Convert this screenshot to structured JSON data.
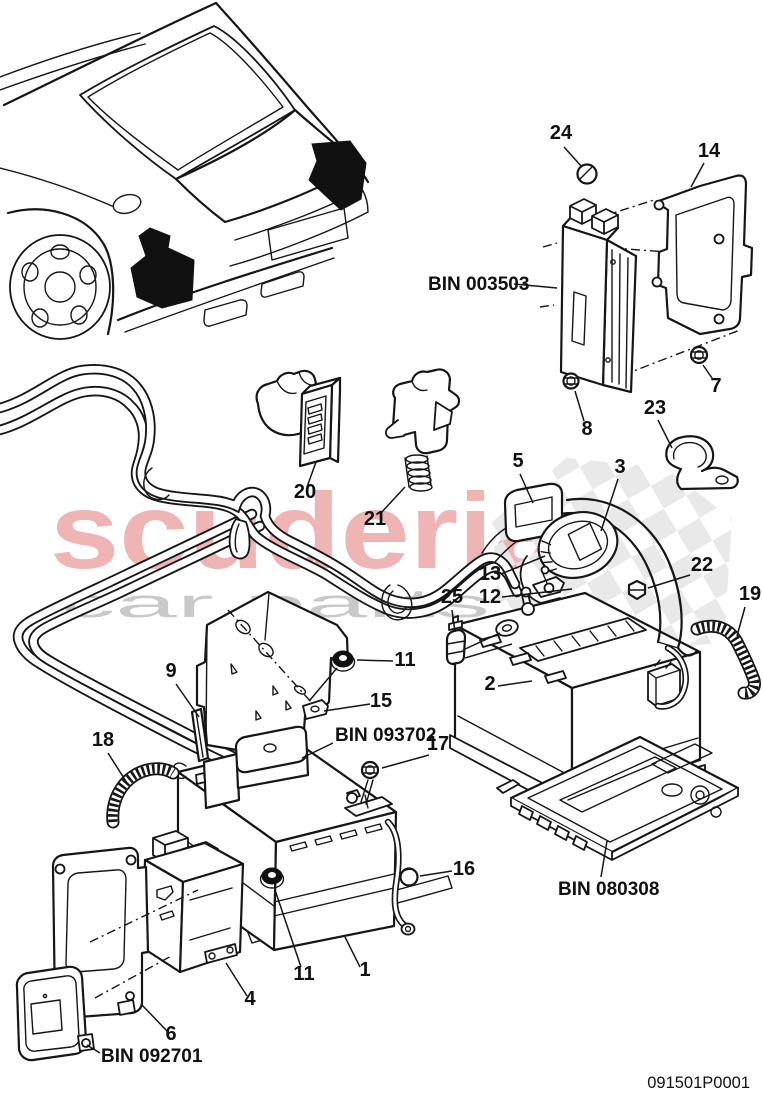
{
  "drawing_number": "091501P0001",
  "watermark": {
    "brand": "scuderia",
    "tagline": "car parts"
  },
  "colors": {
    "line": "#161616",
    "location_fill": "#111111",
    "watermark_pink": "#efb4b4",
    "watermark_gray": "#c9c9c9",
    "checker_gray": "#e9e9e9",
    "background": "#ffffff"
  },
  "callouts": {
    "n1": "1",
    "n2": "2",
    "n3": "3",
    "n4": "4",
    "n5": "5",
    "n6": "6",
    "n7": "7",
    "n8": "8",
    "n9": "9",
    "n11a": "11",
    "n11b": "11",
    "n12": "12",
    "n13": "13",
    "n14": "14",
    "n15": "15",
    "n16": "16",
    "n17": "17",
    "n18": "18",
    "n19": "19",
    "n20": "20",
    "n21": "21",
    "n22": "22",
    "n23": "23",
    "n24": "24",
    "n25": "25"
  },
  "bin_labels": {
    "control_module": "BIN 003503",
    "battery_fuse_box": "BIN 093702",
    "battery_tray": "BIN 080308",
    "sensor_module": "BIN 092701"
  }
}
